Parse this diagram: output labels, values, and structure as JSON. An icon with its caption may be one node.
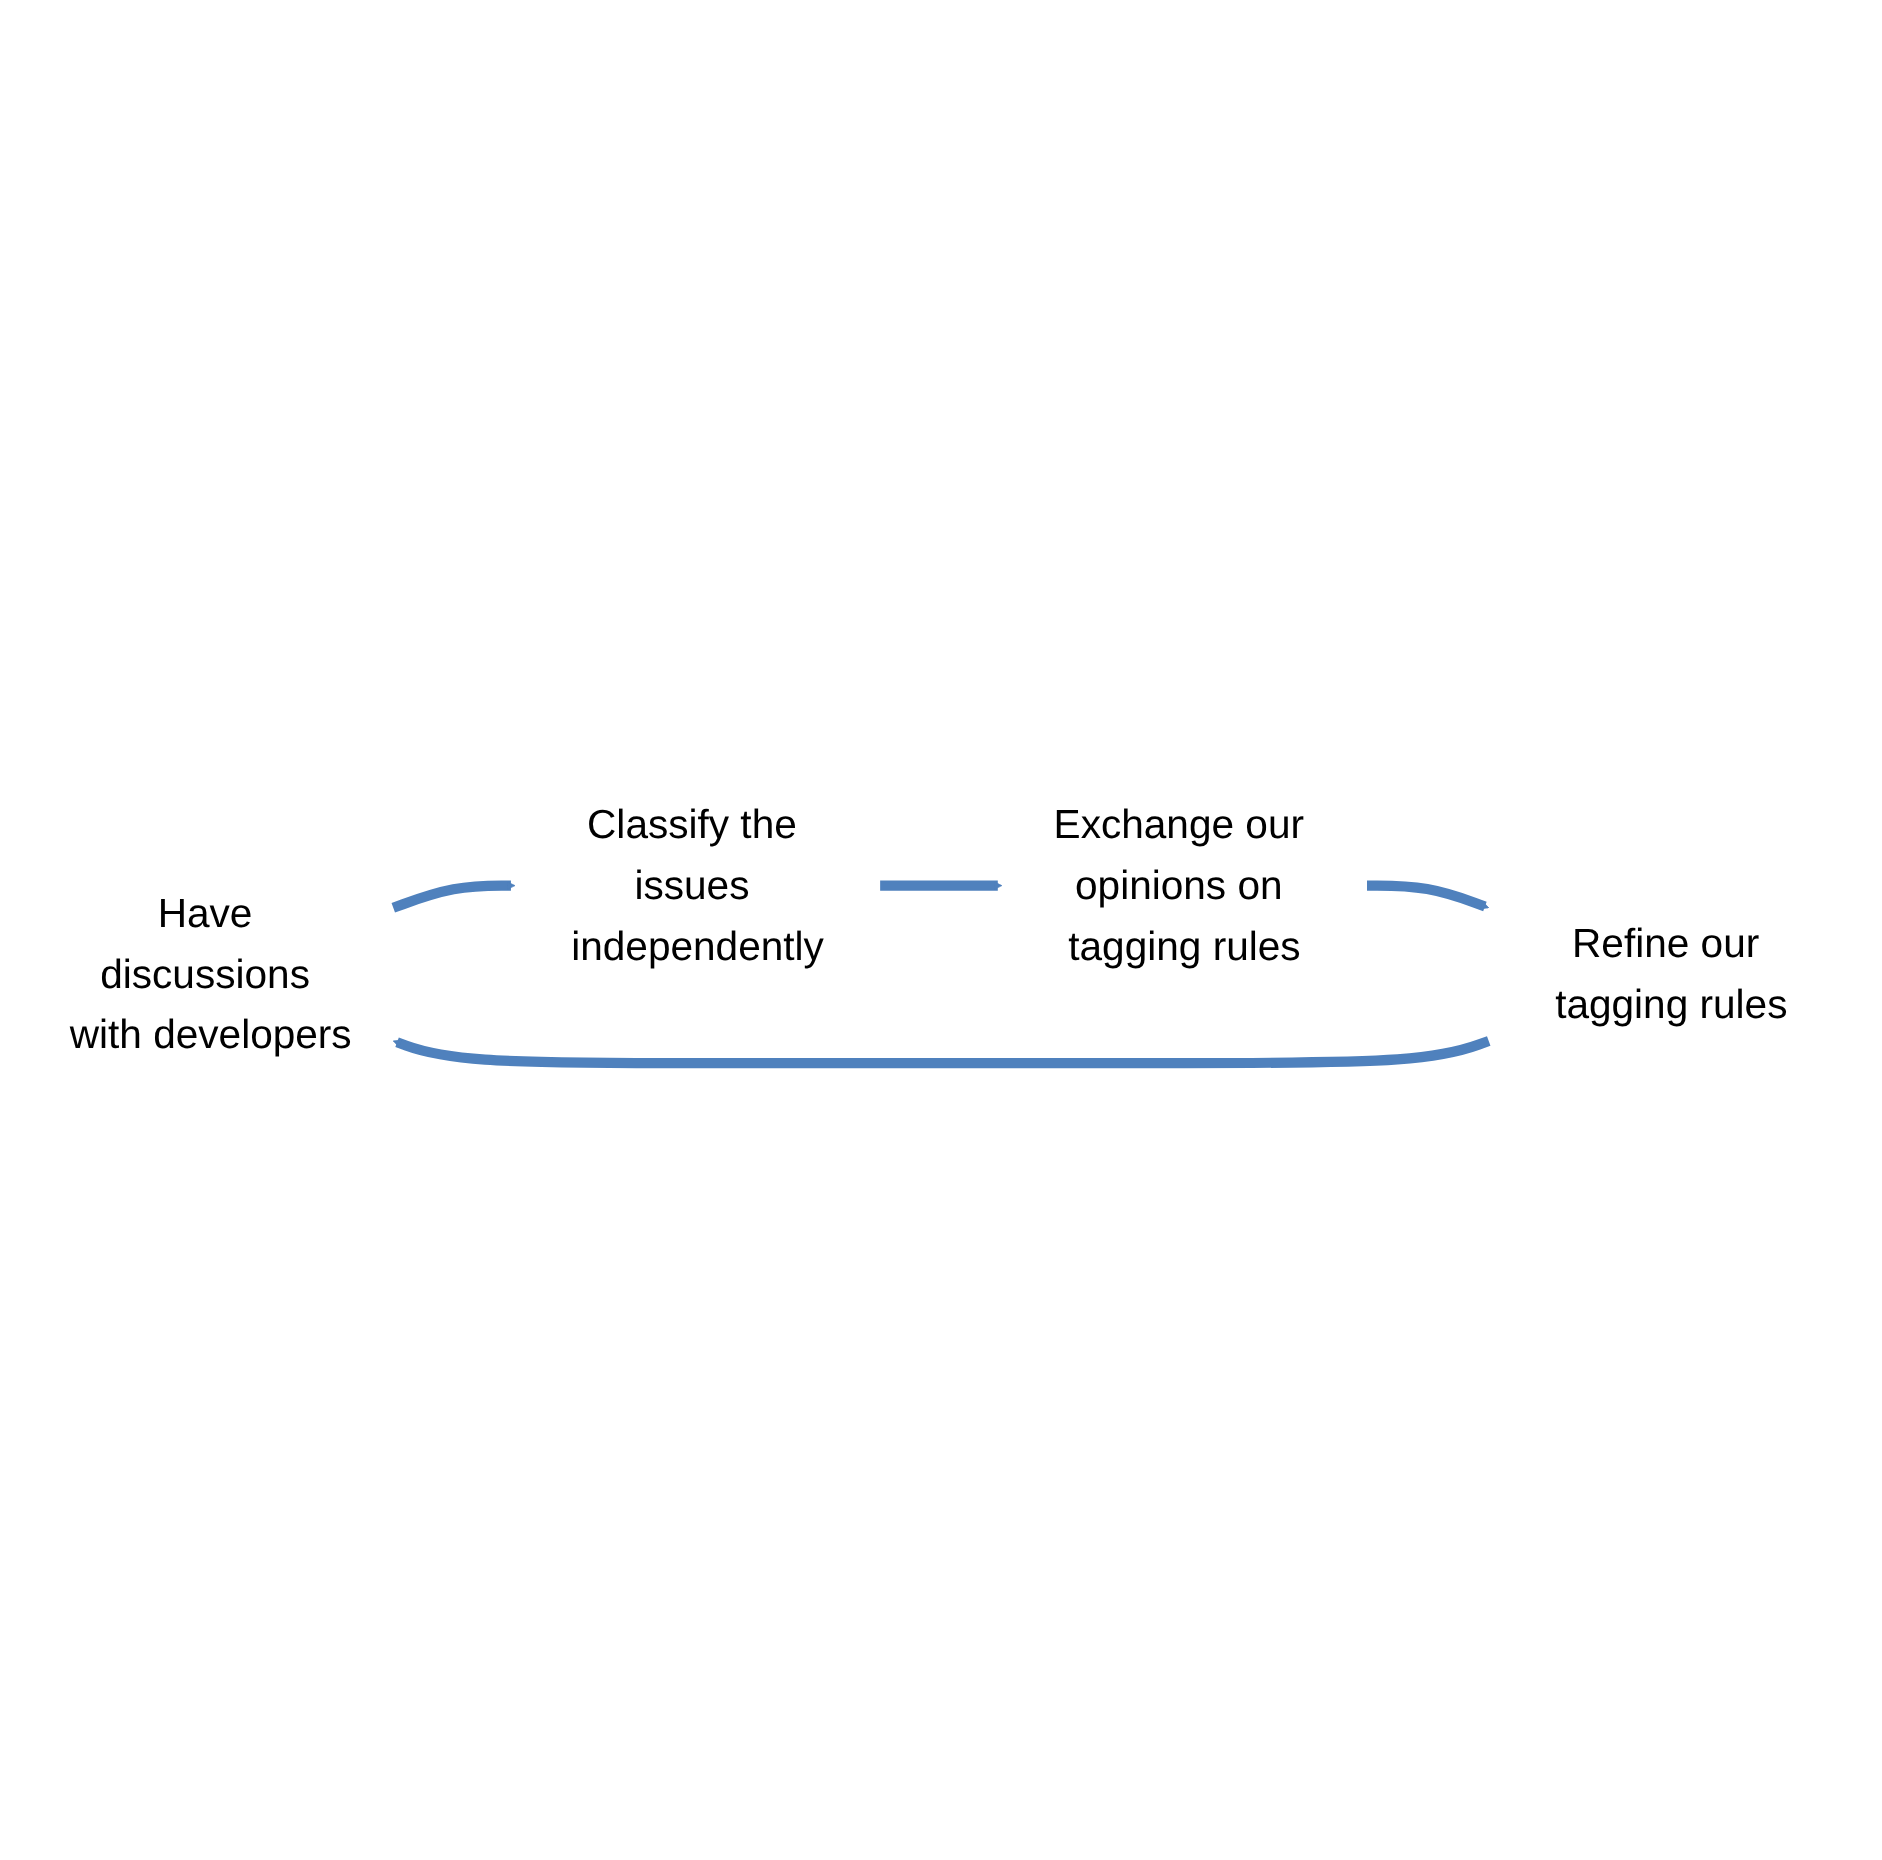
{
  "diagram": {
    "nodes": [
      {
        "text": [
          "Have discussions with developers"
        ]
      },
      {
        "text": [
          "Classify the issues independently"
        ]
      },
      {
        "text": [
          "Exchange our opinions on tagging rules"
        ]
      },
      {
        "text": [
          "Refine our tagging rules"
        ]
      }
    ],
    "edges": [
      {
        "from": 0,
        "to": 1,
        "arrow": "to"
      },
      {
        "from": 1,
        "to": 2,
        "arrow": "to"
      },
      {
        "from": 2,
        "to": 3,
        "arrow": "to"
      },
      {
        "from": 3,
        "to": 0,
        "arrow": "to"
      }
    ]
  }
}
